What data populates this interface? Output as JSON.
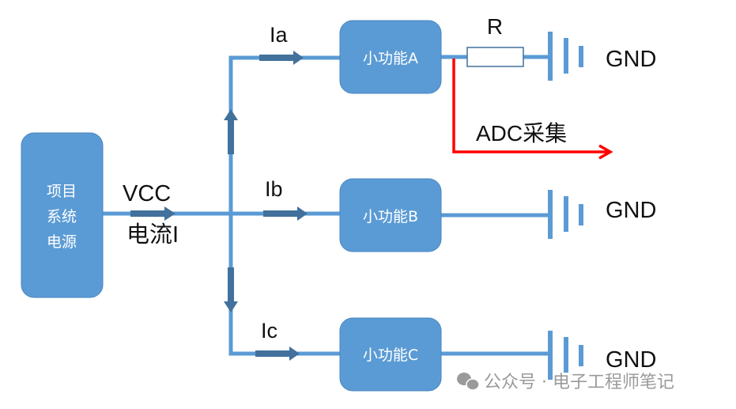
{
  "source_box": {
    "lines": [
      "项目",
      "系统",
      "电源"
    ]
  },
  "supply": {
    "voltage_label": "VCC",
    "current_label": "电流I"
  },
  "branches": [
    {
      "current_label": "Ia",
      "module_label": "小功能A",
      "ground_label": "GND"
    },
    {
      "current_label": "Ib",
      "module_label": "小功能B",
      "ground_label": "GND"
    },
    {
      "current_label": "Ic",
      "module_label": "小功能C",
      "ground_label": "GND"
    }
  ],
  "resistor": {
    "label": "R"
  },
  "adc": {
    "label": "ADC采集"
  },
  "watermark": {
    "text": "公众号 · 电子工程师笔记"
  },
  "colors": {
    "box_fill": "#5b9bd5",
    "wire": "#5b9bd5",
    "arrow": "#41719c",
    "adc_line": "#ff0000",
    "watermark": "#9a9a9a"
  }
}
